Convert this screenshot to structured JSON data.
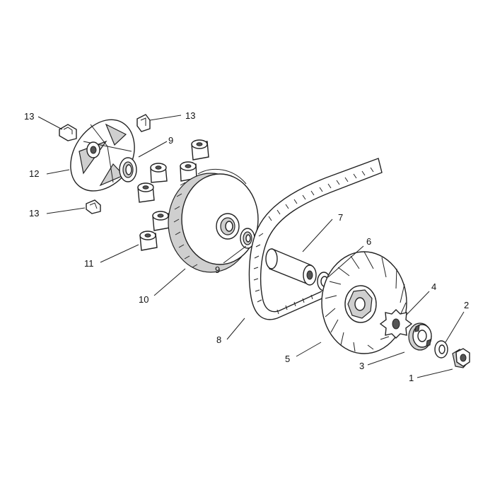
{
  "diagram": {
    "callouts": [
      {
        "id": "c13a",
        "label": "13"
      },
      {
        "id": "c13b",
        "label": "13"
      },
      {
        "id": "c9a",
        "label": "9"
      },
      {
        "id": "c12",
        "label": "12"
      },
      {
        "id": "c13c",
        "label": "13"
      },
      {
        "id": "c11",
        "label": "11"
      },
      {
        "id": "c10",
        "label": "10"
      },
      {
        "id": "c9b",
        "label": "9"
      },
      {
        "id": "c7",
        "label": "7"
      },
      {
        "id": "c6",
        "label": "6"
      },
      {
        "id": "c8",
        "label": "8"
      },
      {
        "id": "c4",
        "label": "4"
      },
      {
        "id": "c2",
        "label": "2"
      },
      {
        "id": "c5",
        "label": "5"
      },
      {
        "id": "c3",
        "label": "3"
      },
      {
        "id": "c1",
        "label": "1"
      }
    ]
  }
}
